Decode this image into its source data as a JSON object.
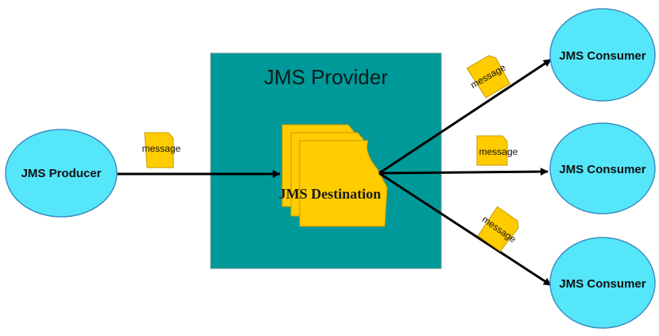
{
  "colors": {
    "provider_fill": "#009999",
    "node_fill": "#55E6FA",
    "node_stroke": "#3E8FC2",
    "document_fill": "#FFCC00",
    "document_stroke": "#C79A00",
    "arrow": "#000000"
  },
  "provider": {
    "label": "JMS Provider"
  },
  "destination": {
    "label": "JMS Destination"
  },
  "producer": {
    "label": "JMS Producer"
  },
  "consumers": [
    {
      "label": "JMS Consumer"
    },
    {
      "label": "JMS Consumer"
    },
    {
      "label": "JMS Consumer"
    }
  ],
  "messages": {
    "producer_to_destination": "message",
    "to_consumer_1": "message",
    "to_consumer_2": "message",
    "to_consumer_3": "message"
  },
  "icons": {
    "message": "document-icon",
    "destination": "stacked-documents-icon"
  }
}
